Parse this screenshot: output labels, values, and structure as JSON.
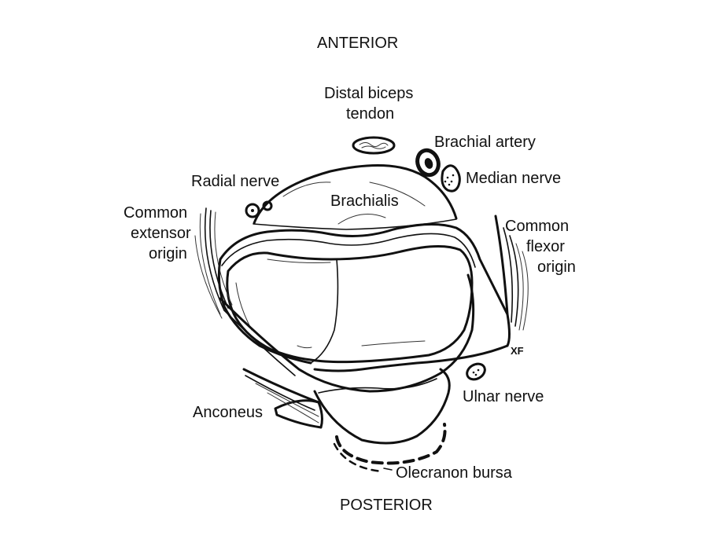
{
  "orientation": {
    "top": "ANTERIOR",
    "bottom": "POSTERIOR"
  },
  "labels": {
    "distal_biceps_line1": "Distal biceps",
    "distal_biceps_line2": "tendon",
    "brachial_artery": "Brachial artery",
    "median_nerve": "Median nerve",
    "radial_nerve": "Radial nerve",
    "brachialis": "Brachialis",
    "common_extensor_line1": "Common",
    "common_extensor_line2": "extensor",
    "common_extensor_line3": "origin",
    "common_flexor_line1": "Common",
    "common_flexor_line2": "flexor",
    "common_flexor_line3": "origin",
    "xf": "XF",
    "ulnar_nerve": "Ulnar nerve",
    "anconeus": "Anconeus",
    "olecranon_bursa": "Olecranon bursa"
  },
  "colors": {
    "ink": "#111111",
    "background": "#ffffff"
  }
}
